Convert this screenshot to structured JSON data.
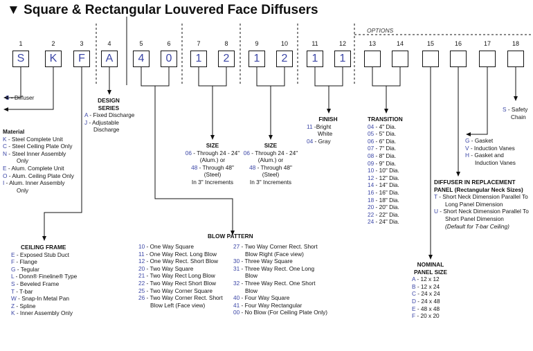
{
  "title": "Square & Rectangular Louvered Face Diffusers",
  "options_label": "OPTIONS",
  "positions": {
    "p1": {
      "num": "1",
      "code": "S"
    },
    "p2": {
      "num": "2",
      "code": "K"
    },
    "p3": {
      "num": "3",
      "code": "F"
    },
    "p4": {
      "num": "4",
      "code": "A"
    },
    "p5": {
      "num": "5",
      "code": "4"
    },
    "p6": {
      "num": "6",
      "code": "0"
    },
    "p7": {
      "num": "7",
      "code": "1"
    },
    "p8": {
      "num": "8",
      "code": "2"
    },
    "p9": {
      "num": "9",
      "code": "1"
    },
    "p10": {
      "num": "10",
      "code": "2"
    },
    "p11": {
      "num": "11",
      "code": "1"
    },
    "p12": {
      "num": "12",
      "code": "1"
    },
    "p13": {
      "num": "13",
      "code": ""
    },
    "p14": {
      "num": "14",
      "code": ""
    },
    "p15": {
      "num": "15",
      "code": ""
    },
    "p16": {
      "num": "16",
      "code": ""
    },
    "p17": {
      "num": "17",
      "code": ""
    },
    "p18": {
      "num": "18",
      "code": ""
    }
  },
  "diffuser": {
    "code": "S",
    "label": " - Diffuser"
  },
  "material": {
    "title": "Material",
    "items": [
      {
        "code": "K",
        "l1": " - Steel Complete Unit",
        "l2": ""
      },
      {
        "code": "C",
        "l1": " - Steel Ceiling Plate Only",
        "l2": ""
      },
      {
        "code": "N",
        "l1": " - Steel Inner Assembly",
        "l2": "Only"
      },
      {
        "code": "E",
        "l1": " - Alum. Complete Unit",
        "l2": ""
      },
      {
        "code": "O",
        "l1": " - Alum. Ceiling Plate Only",
        "l2": ""
      },
      {
        "code": "I",
        "l1": " - Alum. Inner Assembly",
        "l2": "Only"
      }
    ]
  },
  "design_series": {
    "title_l1": "DESIGN",
    "title_l2": "SERIES",
    "items": [
      {
        "code": "A",
        "l1": " - Fixed Discharge",
        "l2": ""
      },
      {
        "code": "J",
        "l1": " - Adjustable",
        "l2": "Discharge"
      }
    ]
  },
  "ceiling_frame": {
    "title": "CEILING FRAME",
    "items": [
      {
        "code": "E",
        "label": " - Exposed Stub Duct"
      },
      {
        "code": "F",
        "label": " - Flange"
      },
      {
        "code": "G",
        "label": " - Tegular"
      },
      {
        "code": "L",
        "label": " - Donn® Fineline® Type"
      },
      {
        "code": "S",
        "label": " - Beveled Frame"
      },
      {
        "code": "T",
        "label": " - T-bar"
      },
      {
        "code": "W",
        "label": " - Snap-In Metal Pan"
      },
      {
        "code": "Z",
        "label": " - Spline"
      },
      {
        "code": "K",
        "label": " - Inner Assembly Only"
      }
    ]
  },
  "size_a": {
    "title": "SIZE",
    "c1": "06",
    "c1_text": " - Through 24 - 24\"",
    "l2": "(Alum.) or",
    "c2": "48",
    "c2_text": " - Through 48\"",
    "l4": "(Steel)",
    "l5": "In 3\" Increments"
  },
  "size_b": {
    "title": "SIZE",
    "c1": "06",
    "c1_text": " - Through 24 - 24\"",
    "l2": "(Alum.) or",
    "c2": "48",
    "c2_text": " - Through 48\"",
    "l4": "(Steel)",
    "l5": "In 3\" Increments"
  },
  "finish": {
    "title": "FINISH",
    "items": [
      {
        "code": "11",
        "l1": " -Bright",
        "l2": "White"
      },
      {
        "code": "04",
        "l1": " - Gray",
        "l2": ""
      }
    ]
  },
  "transition": {
    "title": "TRANSITION",
    "items": [
      {
        "code": "04",
        "label": " - 4\" Dia."
      },
      {
        "code": "05",
        "label": " - 5\" Dia."
      },
      {
        "code": "06",
        "label": " - 6\" Dia."
      },
      {
        "code": "07",
        "label": " - 7\" Dia."
      },
      {
        "code": "08",
        "label": " - 8\" Dia."
      },
      {
        "code": "09",
        "label": " - 9\" Dia."
      },
      {
        "code": "10",
        "label": " - 10\" Dia."
      },
      {
        "code": "12",
        "label": " - 12\" Dia."
      },
      {
        "code": "14",
        "label": " - 14\" Dia."
      },
      {
        "code": "16",
        "label": " - 16\" Dia."
      },
      {
        "code": "18",
        "label": " - 18\" Dia."
      },
      {
        "code": "20",
        "label": " - 20\" Dia."
      },
      {
        "code": "22",
        "label": " - 22\" Dia."
      },
      {
        "code": "24",
        "label": " - 24\" Dia."
      }
    ]
  },
  "nominal_panel": {
    "title_l1": "NOMINAL",
    "title_l2": "PANEL SIZE",
    "items": [
      {
        "code": "A",
        "label": " - 12 x 12"
      },
      {
        "code": "B",
        "label": " - 12 x 24"
      },
      {
        "code": "C",
        "label": " - 24 x 24"
      },
      {
        "code": "D",
        "label": " - 24 x 48"
      },
      {
        "code": "E",
        "label": " - 48 x 48"
      },
      {
        "code": "F",
        "label": " - 20 x 20"
      }
    ]
  },
  "replacement_panel": {
    "title_l1": "DIFFUSER IN REPLACEMENT",
    "title_l2": "PANEL (Rectangular Neck Sizes)",
    "t_code": "T",
    "t_l1": " - Short Neck Dimension Parallel To",
    "t_l2": "Long Panel Dimension",
    "u_code": "U",
    "u_l1": " - Short Neck Dimension Parallel To",
    "u_l2": "Short Panel Dimension",
    "note": "(Default for T-bar Ceiling)"
  },
  "gasket_vanes": {
    "items": [
      {
        "code": "G",
        "l1": " - Gasket",
        "l2": ""
      },
      {
        "code": "V",
        "l1": " - Induction Vanes",
        "l2": ""
      },
      {
        "code": "H",
        "l1": " - Gasket and",
        "l2": "Induction Vanes"
      }
    ]
  },
  "safety": {
    "code": "S",
    "l1": " - Safety",
    "l2": "Chain"
  },
  "blow_pattern": {
    "title": "BLOW PATTERN",
    "left": [
      {
        "code": "10",
        "l1": " - One Way Square",
        "l2": ""
      },
      {
        "code": "11",
        "l1": " - One Way Rect. Long Blow",
        "l2": ""
      },
      {
        "code": "12",
        "l1": " - One Way Rect. Short Blow",
        "l2": ""
      },
      {
        "code": "20",
        "l1": " - Two Way Square",
        "l2": ""
      },
      {
        "code": "21",
        "l1": " - Two Way Rect Long Blow",
        "l2": ""
      },
      {
        "code": "22",
        "l1": " - Two Way Rect Short Blow",
        "l2": ""
      },
      {
        "code": "25",
        "l1": " - Two Way Corner Square",
        "l2": ""
      },
      {
        "code": "26",
        "l1": " - Two Way Corner Rect. Short",
        "l2": "Blow Left (Face view)"
      }
    ],
    "right": [
      {
        "code": "27",
        "l1": " - Two Way Corner Rect. Short",
        "l2": "Blow Right (Face view)"
      },
      {
        "code": "30",
        "l1": " - Three Way Square",
        "l2": ""
      },
      {
        "code": "31",
        "l1": " - Three Way Rect. One Long",
        "l2": "Blow"
      },
      {
        "code": "32",
        "l1": " - Three Way Rect. One Short",
        "l2": "Blow"
      },
      {
        "code": "40",
        "l1": " - Four Way Square",
        "l2": ""
      },
      {
        "code": "41",
        "l1": " - Four Way Rectangular",
        "l2": ""
      },
      {
        "code": "00",
        "l1": " - No Blow (For Ceiling Plate Only)",
        "l2": ""
      }
    ]
  }
}
